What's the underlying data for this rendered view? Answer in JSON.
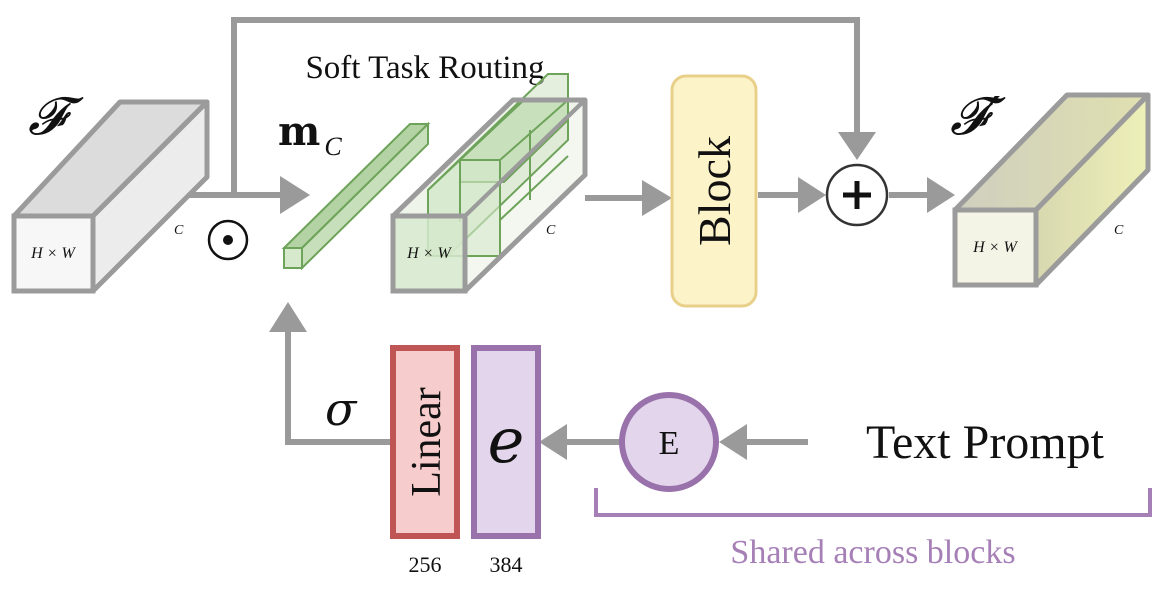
{
  "labels": {
    "title": "Soft Task Routing",
    "input_feature": "𝓕",
    "output_feature": "𝓕′",
    "mask_bold": "m",
    "mask_sub": "C",
    "dims_hw": "H × W",
    "dims_c": "C",
    "block": "Block",
    "linear": "Linear",
    "embedding": "e",
    "encoder": "E",
    "sigma": "σ",
    "text_prompt": "Text Prompt",
    "shared": "Shared across blocks",
    "linear_dim": "256",
    "embedding_dim": "384"
  },
  "colors": {
    "arrow": "#9a9a9a",
    "box_gray": "#9b9b9b",
    "green_stroke": "#6ea35a",
    "green_fill": "#cde2c1",
    "block_fill": "#fdf3c8",
    "block_stroke": "#e9d08a",
    "linear_fill": "#f6cccc",
    "linear_stroke": "#c05555",
    "purple_fill": "#e3d6ec",
    "purple_stroke": "#9a72ab",
    "shared_text": "#a57fb6",
    "out_front": "#f3f3e6",
    "out_top": "#dcdcc0",
    "out_side": "#e6e6b5"
  }
}
